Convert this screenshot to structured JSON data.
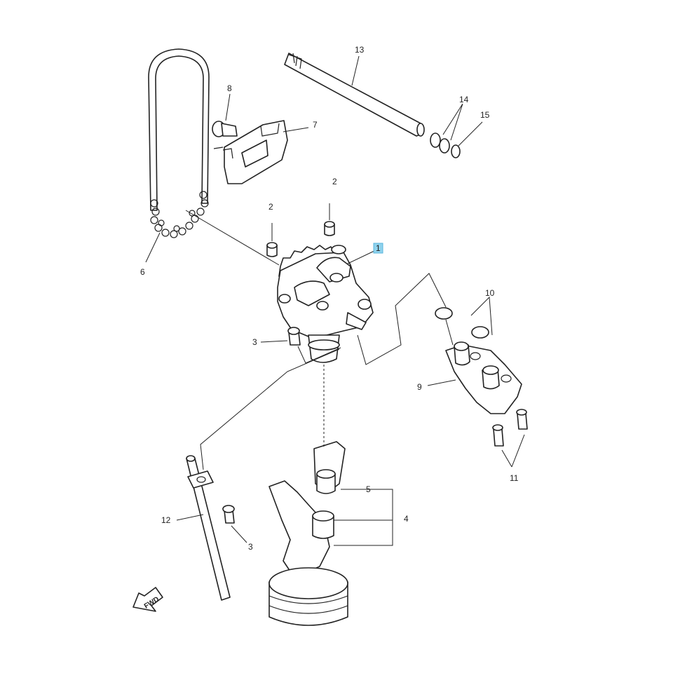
{
  "callouts": {
    "c1": "1",
    "c2a": "2",
    "c2b": "2",
    "c3a": "3",
    "c3b": "3",
    "c4": "4",
    "c5": "5",
    "c6": "6",
    "c7": "7",
    "c8": "8",
    "c9": "9",
    "c10": "10",
    "c11": "11",
    "c12": "12",
    "c13": "13",
    "c14": "14",
    "c15": "15"
  },
  "fwd_label": "FWD",
  "colors": {
    "line": "#222222",
    "highlight": "#8fd3ee",
    "background": "#ffffff"
  }
}
